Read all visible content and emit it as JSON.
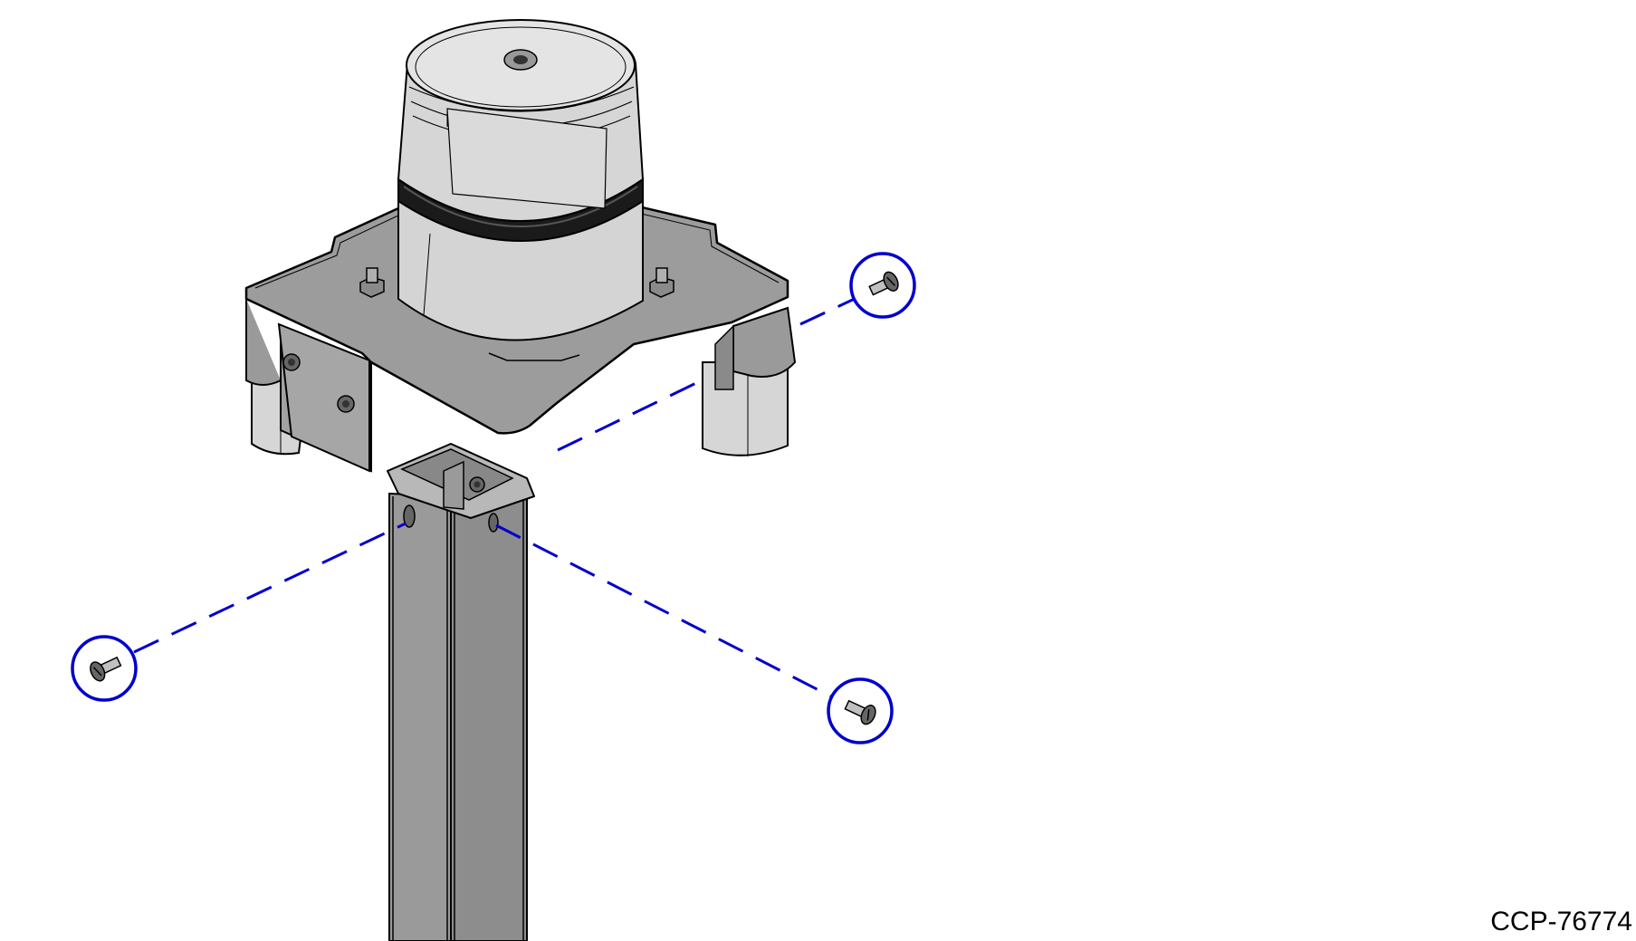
{
  "figure": {
    "id_label": "CCP-76774"
  },
  "colors": {
    "metal": "#999999",
    "metal_light": "#b0b0b0",
    "plastic": "#d6d6d6",
    "plastic_top": "#e6e6e6",
    "outline": "#000000",
    "callout": "#0000cc",
    "screw": "#555555"
  },
  "callouts": [
    {
      "name": "screw-callout-upper-right"
    },
    {
      "name": "screw-callout-left"
    },
    {
      "name": "screw-callout-lower-right"
    }
  ]
}
